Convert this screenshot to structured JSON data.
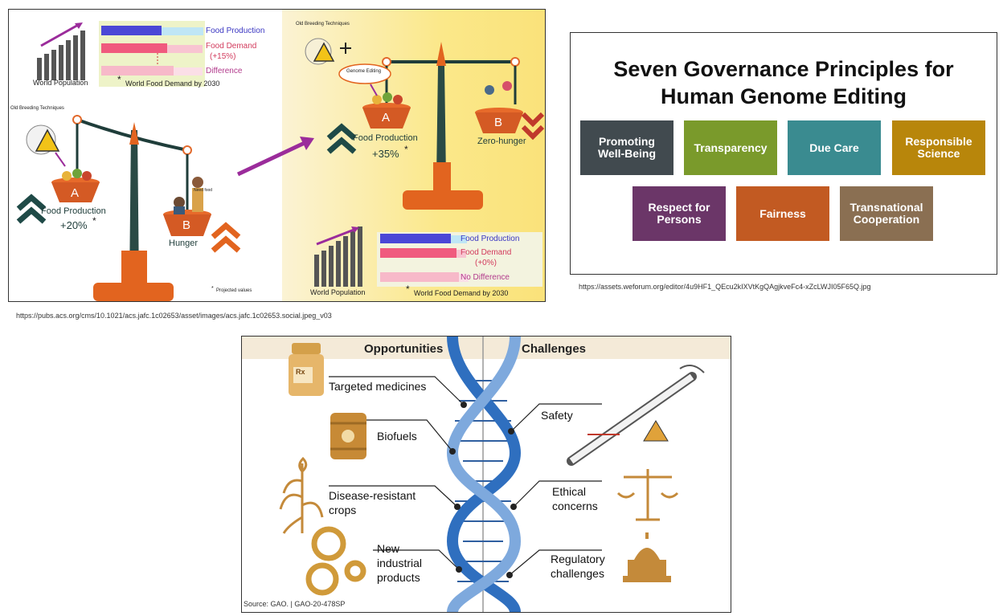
{
  "food_panel": {
    "top_left_bars": [
      "Food Production",
      "Food Demand",
      "(+15%)",
      "Difference"
    ],
    "world_population": "World Population",
    "world_food_demand": "World Food Demand by 2030",
    "old_breeding": "Old Breeding Techniques",
    "basket_a": "A",
    "food_production": "Food Production",
    "pct_left": "+20%",
    "basket_b": "B",
    "need_food": "Need food",
    "hunger": "Hunger",
    "projected": "Projected values",
    "asterisk": "*",
    "genome_editing": "Genome Editing",
    "pct_right": "+35%",
    "zero_hunger": "Zero-hunger",
    "right_bars": [
      "Food Production",
      "Food Demand",
      "(+0%)",
      "No Difference"
    ]
  },
  "food_url": "https://pubs.acs.org/cms/10.1021/acs.jafc.1c02653/asset/images/acs.jafc.1c02653.social.jpeg_v03",
  "principles": {
    "title_line1": "Seven Governance Principles for",
    "title_line2": "Human Genome Editing",
    "items": [
      {
        "label": "Promoting\nWell-Being",
        "color": "#414a4f"
      },
      {
        "label": "Transparency",
        "color": "#7a9a2b"
      },
      {
        "label": "Due Care",
        "color": "#3a8b90"
      },
      {
        "label": "Responsible\nScience",
        "color": "#b8860b"
      },
      {
        "label": "Respect for\nPersons",
        "color": "#6b3668"
      },
      {
        "label": "Fairness",
        "color": "#c25a22"
      },
      {
        "label": "Transnational\nCooperation",
        "color": "#8a6f52"
      }
    ]
  },
  "principles_url": "https://assets.weforum.org/editor/4u9HF1_QEcu2kIXVtKgQAgjkveFc4-xZcLWJI05F65Q.jpg",
  "dna": {
    "opportunities": "Opportunities",
    "challenges": "Challenges",
    "targeted": "Targeted medicines",
    "biofuels": "Biofuels",
    "crops_1": "Disease-resistant",
    "crops_2": "crops",
    "new_1": "New",
    "new_2": "industrial",
    "new_3": "products",
    "safety": "Safety",
    "ethical_1": "Ethical",
    "ethical_2": "concerns",
    "regulatory_1": "Regulatory",
    "regulatory_2": "challenges",
    "source": "Source: GAO. | GAO-20-478SP",
    "rx": "Rx"
  }
}
